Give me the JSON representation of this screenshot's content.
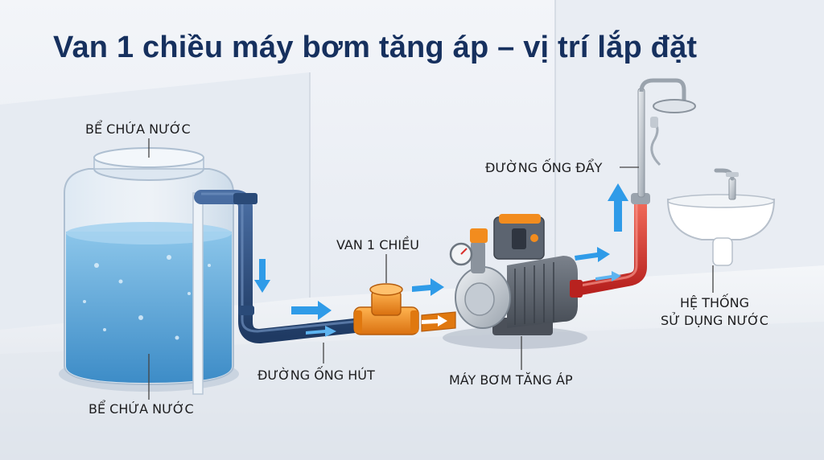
{
  "title": "Van 1 chiều máy bơm tăng áp – vị trí lắp đặt",
  "labels": {
    "tank_top": "BỂ CHỨA NƯỚC",
    "tank_bottom": "BỂ CHỨA NƯỚC",
    "check_valve": "VAN 1 CHIỀU",
    "suction_pipe": "ĐƯỜNG ỐNG HÚT",
    "pump": "MÁY BƠM TĂNG ÁP",
    "discharge_pipe": "ĐƯỜNG ỐNG ĐẨY",
    "usage_line1": "HỆ THỐNG",
    "usage_line2": "SỬ DỤNG NƯỚC"
  },
  "colors": {
    "title": "#16305e",
    "water": "#5aa6d8",
    "suction_pipe": "#2a4a78",
    "discharge_pipe": "#d9302c",
    "valve": "#f28c1e",
    "flow_arrow": "#2f9be8",
    "pump_body": "#5c6470"
  }
}
